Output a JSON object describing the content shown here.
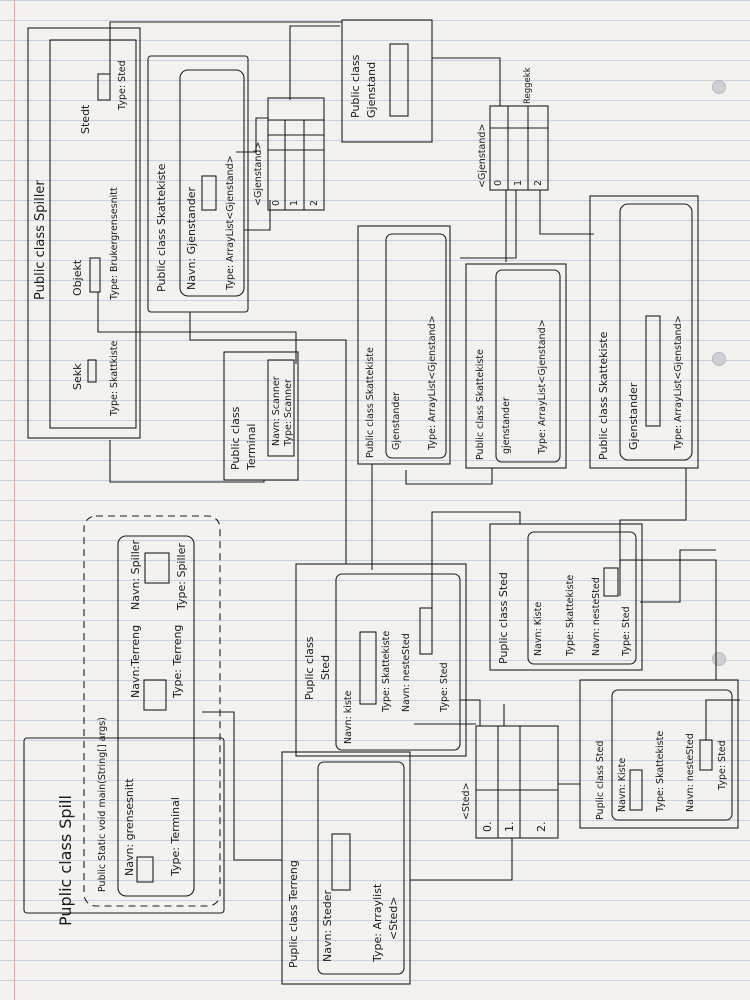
{
  "spill": {
    "title": "Puplic class Spill",
    "main": "Public Static void main(String[] args)",
    "grensesnitt_label": "Navn: grensesnitt",
    "grensesnitt_type": "Type: Terminal",
    "terreng_label": "Navn:Terreng",
    "terreng_type": "Type: Terreng",
    "spiller_label": "Navn: Spiller",
    "spiller_type": "Type: Spiller"
  },
  "spiller": {
    "title": "Public class Spiller",
    "sekk_label": "Sekk",
    "sekk_type": "Type: Skattkiste",
    "objekt_label": "Objekt",
    "objekt_type": "Type: Brukergrensesnitt",
    "sted_label": "Stedt",
    "sted_type": "Type: Sted"
  },
  "skattkiste_top": {
    "title": "Public class Skattekiste",
    "navn": "Navn: Gjenstander",
    "type": "Type: ArrayList<Gjenstand>"
  },
  "array_top": {
    "type_label": "<Gjenstand>",
    "indices": [
      "0",
      "1",
      "2"
    ]
  },
  "gjenstand": {
    "title_line1": "Public class",
    "title_line2": "Gjenstand"
  },
  "array_right": {
    "type_label": "<Gjenstand>",
    "extra_label": "Reggekk",
    "indices": [
      "0",
      "1",
      "2"
    ]
  },
  "terminal": {
    "title_line1": "Public class",
    "title_line2": "Terminal",
    "navn": "Navn: Scanner",
    "type": "Type: Scanner"
  },
  "skattkiste_mid": {
    "title": "Public class Skattekiste",
    "navn": "Gjenstander",
    "type": "Type: ArrayList<Gjenstand>"
  },
  "skattkiste_mid2": {
    "title": "Public class Skattekiste",
    "navn": "gjenstander",
    "type": "Type: ArrayList<Gjenstand>"
  },
  "skattkiste_right": {
    "title": "Public class Skattekiste",
    "navn": "Gjenstander",
    "type": "Type: ArrayList<Gjenstand>"
  },
  "sted_mid": {
    "title_line1": "Puplic class",
    "title_line2": "Sted",
    "navn_kiste": "Navn: kiste",
    "type_kiste": "Type: Skattekiste",
    "navn_neste": "Navn: nesteSted",
    "type_neste": "Type: Sted"
  },
  "sted_right": {
    "title": "Puplic class Sted",
    "navn_kiste": "Navn: Kiste",
    "type_kiste": "Type: Skattekiste",
    "navn_neste": "Navn: nesteSted",
    "type_neste": "Type: Sted"
  },
  "sted_far": {
    "title": "Puplic class Sted",
    "navn_kiste": "Navn: Kiste",
    "type_kiste": "Type: Skattekiste",
    "navn_neste": "Navn: nesteSted",
    "type_neste": "Type: Sted"
  },
  "terreng": {
    "title": "Puplic class Terreng",
    "navn": "Navn: Steder",
    "type_line1": "Type: Arraylist",
    "type_line2": "<Sted>"
  },
  "array_sted": {
    "type_label": "<Sted>",
    "indices": [
      "0.",
      "1.",
      "2."
    ]
  }
}
